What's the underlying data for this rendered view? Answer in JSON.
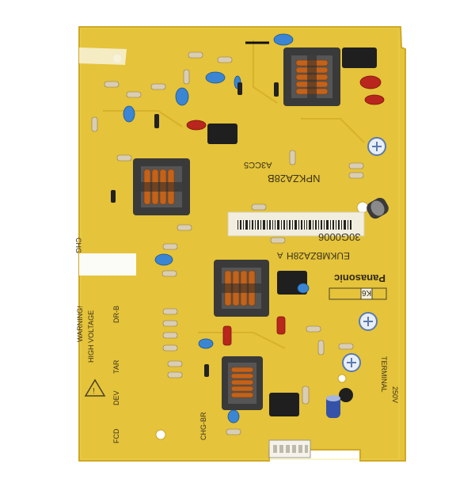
{
  "board": {
    "brand": "Panasonic",
    "model_a": "NPKZA28B",
    "model_b": "A3CC5",
    "part_no": "EUKMBZA28H",
    "revision_mark": "A",
    "lot": "30G0006",
    "warning_line1": "WARNING!",
    "warning_line2": "HIGH VOLTAGE",
    "terminal_line1": "TERMINAL",
    "terminal_line2": "250V",
    "connector_labels": [
      "DR-B",
      "TAR",
      "DEV",
      "FCD",
      "CHG-BR",
      "CHG"
    ],
    "k_box": "K6"
  },
  "colors": {
    "pcb": "#e6c53b",
    "pcb_edge": "#d7b12c",
    "transformer_core": "#3b3b3b",
    "winding": "#c4641c",
    "capacitor_blue": "#3b8ad6",
    "capacitor_red": "#b8241c",
    "silkscreen": "#4a4228"
  }
}
